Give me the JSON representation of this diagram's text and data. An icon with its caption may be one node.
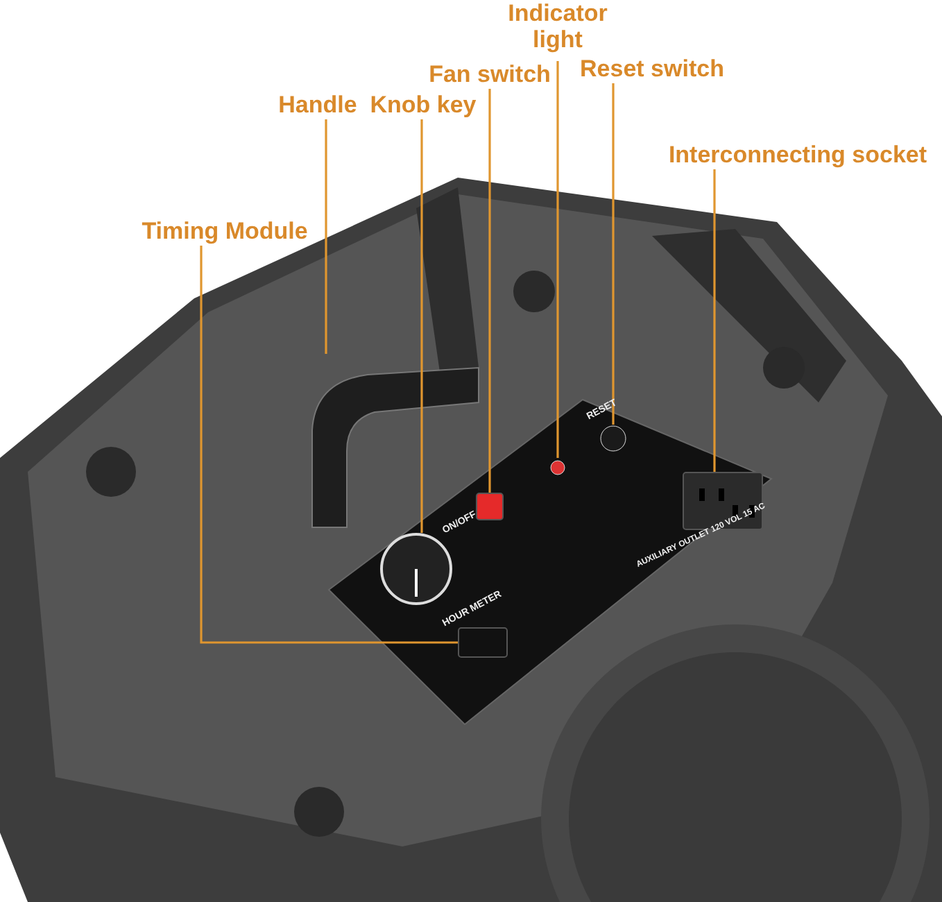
{
  "diagram": {
    "nodes": [
      {
        "text": [
          "Indicator light"
        ]
      },
      {
        "text": [
          "Fan switch"
        ]
      },
      {
        "text": [
          "Reset switch"
        ]
      },
      {
        "text": [
          "Handle"
        ]
      },
      {
        "text": [
          "Knob key"
        ]
      },
      {
        "text": [
          "Interconnecting socket"
        ]
      },
      {
        "text": [
          "Timing Module"
        ]
      },
      {
        "text": [],
        "shape": "picture"
      },
      {
        "text": [],
        "shape": "circle"
      },
      {
        "text": [],
        "shape": "box"
      },
      {
        "text": [],
        "shape": "box"
      },
      {
        "text": [],
        "shape": "circle"
      },
      {
        "text": [],
        "shape": "circle"
      },
      {
        "text": [],
        "shape": "box"
      }
    ],
    "edges": [
      {
        "from": 0,
        "to": 11,
        "arrow": "none"
      },
      {
        "from": 1,
        "to": 10,
        "arrow": "none"
      },
      {
        "from": 2,
        "to": 12,
        "arrow": "none"
      },
      {
        "from": 3,
        "to": 7,
        "arrow": "none"
      },
      {
        "from": 4,
        "to": 8,
        "arrow": "none"
      },
      {
        "from": 5,
        "to": 13,
        "arrow": "none"
      },
      {
        "from": 6,
        "to": 9,
        "arrow": "none"
      }
    ],
    "labels": [
      "RESET",
      "ON/OFF",
      "AUXILIARY OUTLET 120 VOL 15 AC",
      "HOUR METER"
    ]
  }
}
